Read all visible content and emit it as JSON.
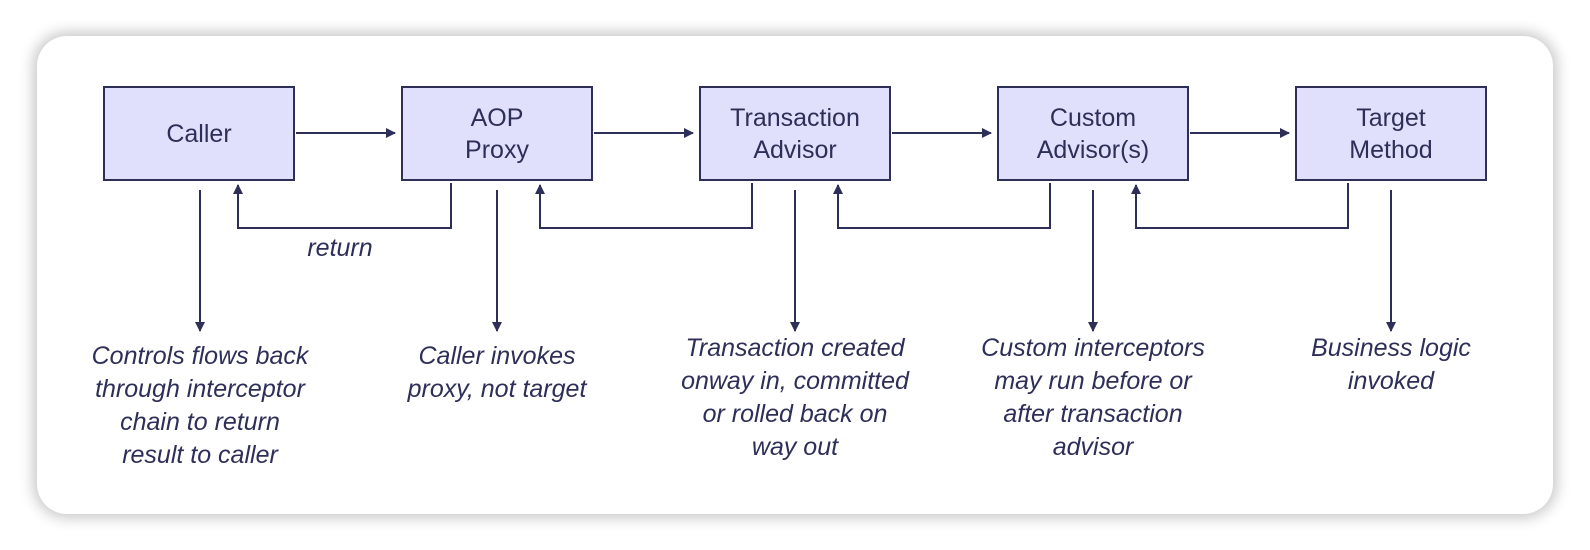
{
  "diagram": {
    "boxes": [
      {
        "line1": "Caller",
        "line2": ""
      },
      {
        "line1": "AOP",
        "line2": "Proxy"
      },
      {
        "line1": "Transaction",
        "line2": "Advisor"
      },
      {
        "line1": "Custom",
        "line2": "Advisor(s)"
      },
      {
        "line1": "Target",
        "line2": "Method"
      }
    ],
    "return_label": "return",
    "notes": [
      {
        "lines": [
          "Controls flows back",
          "through interceptor",
          "chain to return",
          "result to caller"
        ]
      },
      {
        "lines": [
          "Caller invokes",
          "proxy, not target"
        ]
      },
      {
        "lines": [
          "Transaction created",
          "onway in, committed",
          "or rolled back on",
          "way out"
        ]
      },
      {
        "lines": [
          "Custom interceptors",
          "may run before or",
          "after transaction",
          "advisor"
        ]
      },
      {
        "lines": [
          "Business logic",
          "invoked"
        ]
      }
    ],
    "colors": {
      "box_fill": "#e0dffc",
      "stroke": "#2e2f58"
    }
  }
}
